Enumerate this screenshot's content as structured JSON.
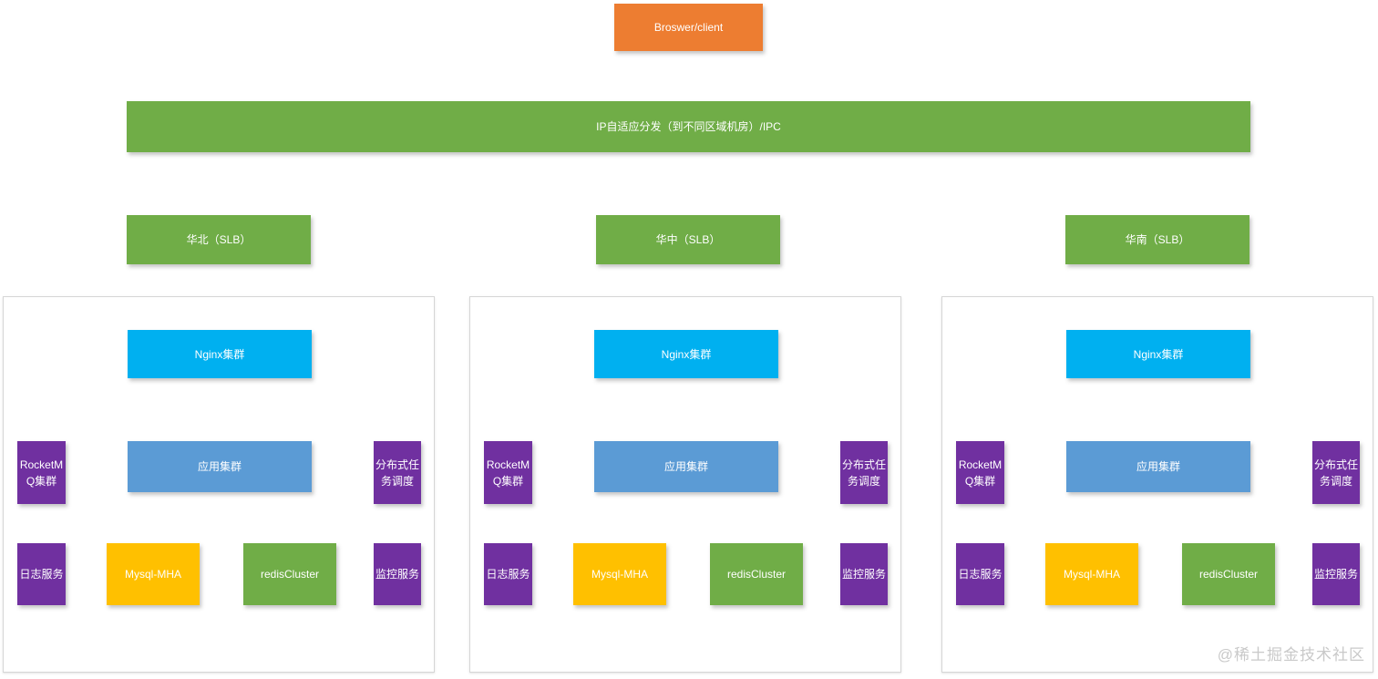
{
  "page": {
    "background": "#FFFFFF",
    "watermark": "@稀土掘金技术社区"
  },
  "colors": {
    "orange": "#ED7D31",
    "green": "#70AD47",
    "cyan": "#00B0F0",
    "blue": "#5B9BD5",
    "purple": "#7030A0",
    "yellow": "#FFC000",
    "node_text": "#FFFFFF",
    "panel_border": "#D6D6D6",
    "watermark_gray": "#C9C9C9"
  },
  "nodes": {
    "client": "Broswer/client",
    "ip_dispatch": "IP自适应分发（到不同区域机房）/IPC"
  },
  "slb": [
    "华北（SLB）",
    "华中（SLB）",
    "华南（SLB）"
  ],
  "regions": [
    {
      "nginx": "Nginx集群",
      "rocketmq": "RocketMQ集群",
      "app": "应用集群",
      "scheduler": "分布式任务调度",
      "log": "日志服务",
      "mysql": "Mysql-MHA",
      "redis": "redisCluster",
      "monitor": "监控服务"
    },
    {
      "nginx": "Nginx集群",
      "rocketmq": "RocketMQ集群",
      "app": "应用集群",
      "scheduler": "分布式任务调度",
      "log": "日志服务",
      "mysql": "Mysql-MHA",
      "redis": "redisCluster",
      "monitor": "监控服务"
    },
    {
      "nginx": "Nginx集群",
      "rocketmq": "RocketMQ集群",
      "app": "应用集群",
      "scheduler": "分布式任务调度",
      "log": "日志服务",
      "mysql": "Mysql-MHA",
      "redis": "redisCluster",
      "monitor": "监控服务"
    }
  ]
}
